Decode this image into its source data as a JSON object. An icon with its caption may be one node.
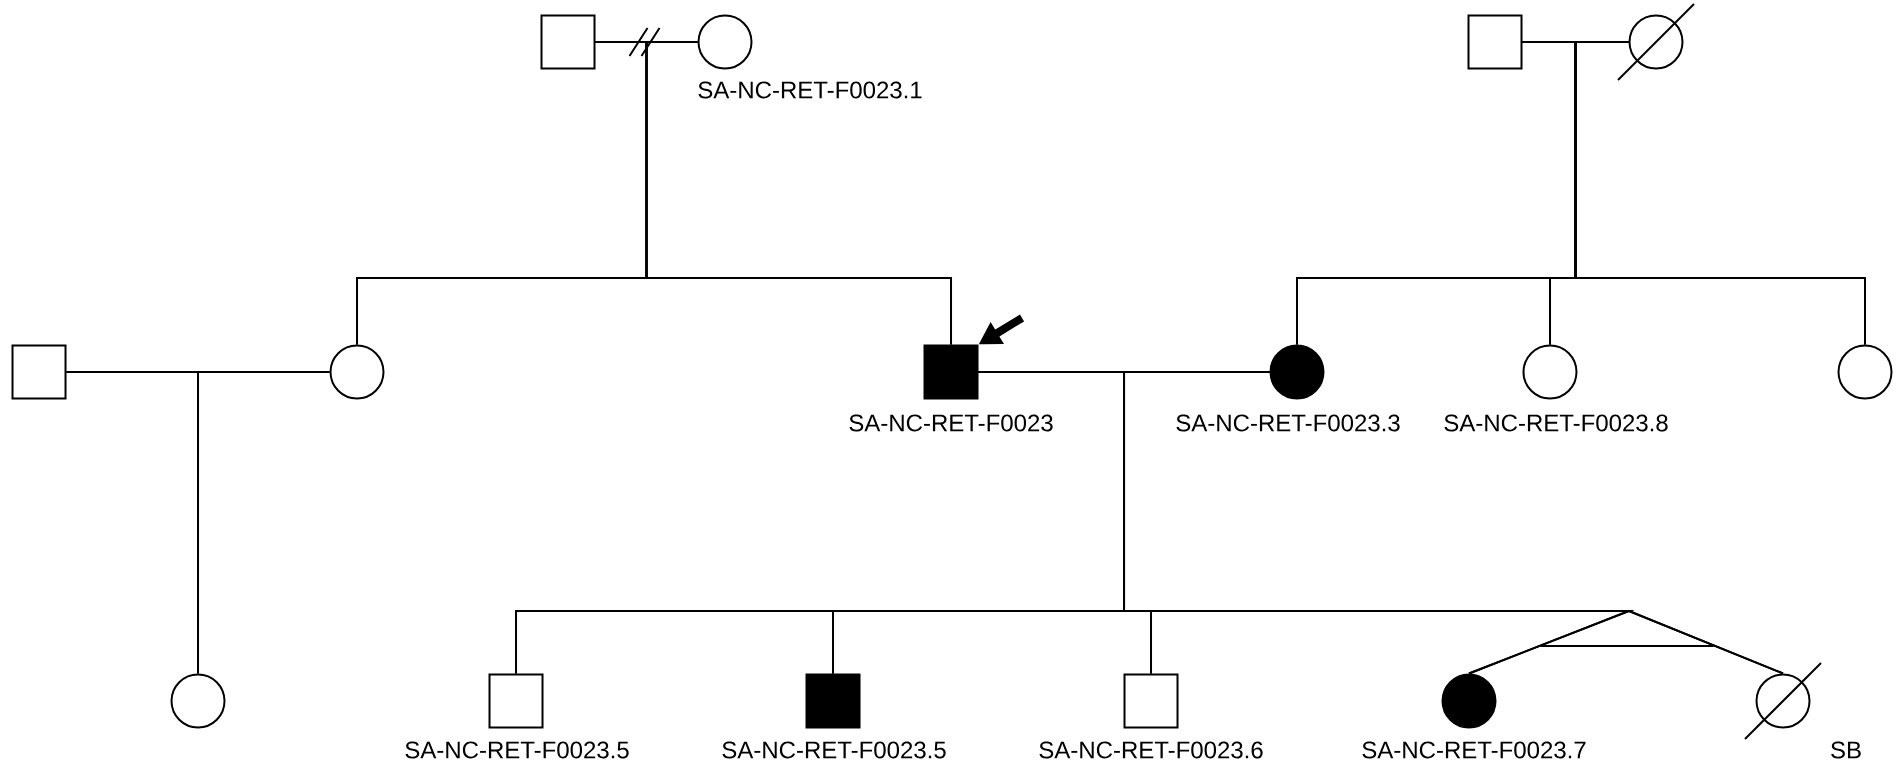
{
  "diagram": {
    "nodes": [
      {
        "text": [],
        "shape": "box"
      },
      {
        "text": [],
        "shape": "circle",
        "beside": [
          "SA-NC-RET-F0023.1"
        ]
      },
      {
        "text": [],
        "shape": "box"
      },
      {
        "text": [],
        "shape": "crossed-circle"
      },
      {
        "text": [],
        "shape": "box"
      },
      {
        "text": [],
        "shape": "circle"
      },
      {
        "text": [],
        "shape": "filled-box",
        "beside": [
          "SA-NC-RET-F0023"
        ]
      },
      {
        "text": [],
        "shape": "filled-circle",
        "beside": [
          "SA-NC-RET-F0023.3"
        ]
      },
      {
        "text": [],
        "shape": "circle",
        "beside": [
          "SA-NC-RET-F0023.8"
        ]
      },
      {
        "text": [],
        "shape": "circle"
      },
      {
        "text": [],
        "shape": "circle"
      },
      {
        "text": [],
        "shape": "box",
        "beside": [
          "SA-NC-RET-F0023.5"
        ]
      },
      {
        "text": [],
        "shape": "filled-box",
        "beside": [
          "SA-NC-RET-F0023.5"
        ]
      },
      {
        "text": [],
        "shape": "box",
        "beside": [
          "SA-NC-RET-F0023.6"
        ]
      },
      {
        "text": [],
        "shape": "filled-circle",
        "beside": [
          "SA-NC-RET-F0023.7"
        ]
      },
      {
        "text": [],
        "shape": "crossed-circle",
        "beside": [
          "SB"
        ]
      }
    ],
    "edges": [
      {
        "from": 0,
        "to": 1,
        "arrow": "none"
      },
      {
        "from": 2,
        "to": 3,
        "arrow": "none"
      },
      {
        "from": 4,
        "to": 5,
        "arrow": "none"
      },
      {
        "from": 6,
        "to": 7,
        "arrow": "none"
      },
      {
        "from": 0,
        "to": 5,
        "arrow": "none"
      },
      {
        "from": 1,
        "to": 5,
        "arrow": "none"
      },
      {
        "from": 0,
        "to": 6,
        "arrow": "none"
      },
      {
        "from": 1,
        "to": 6,
        "arrow": "none"
      },
      {
        "from": 2,
        "to": 7,
        "arrow": "none"
      },
      {
        "from": 3,
        "to": 7,
        "arrow": "none"
      },
      {
        "from": 2,
        "to": 8,
        "arrow": "none"
      },
      {
        "from": 3,
        "to": 8,
        "arrow": "none"
      },
      {
        "from": 2,
        "to": 9,
        "arrow": "none"
      },
      {
        "from": 3,
        "to": 9,
        "arrow": "none"
      },
      {
        "from": 4,
        "to": 10,
        "arrow": "none"
      },
      {
        "from": 5,
        "to": 10,
        "arrow": "none"
      },
      {
        "from": 6,
        "to": 11,
        "arrow": "none"
      },
      {
        "from": 7,
        "to": 11,
        "arrow": "none"
      },
      {
        "from": 6,
        "to": 12,
        "arrow": "none"
      },
      {
        "from": 7,
        "to": 12,
        "arrow": "none"
      },
      {
        "from": 6,
        "to": 13,
        "arrow": "none"
      },
      {
        "from": 7,
        "to": 13,
        "arrow": "none"
      },
      {
        "from": 6,
        "to": 14,
        "arrow": "none"
      },
      {
        "from": 7,
        "to": 14,
        "arrow": "none"
      },
      {
        "from": 6,
        "to": 15,
        "arrow": "none"
      },
      {
        "from": 7,
        "to": 15,
        "arrow": "none"
      },
      {
        "from": null,
        "to": 6,
        "arrow": "to",
        "style": "thick"
      }
    ]
  }
}
